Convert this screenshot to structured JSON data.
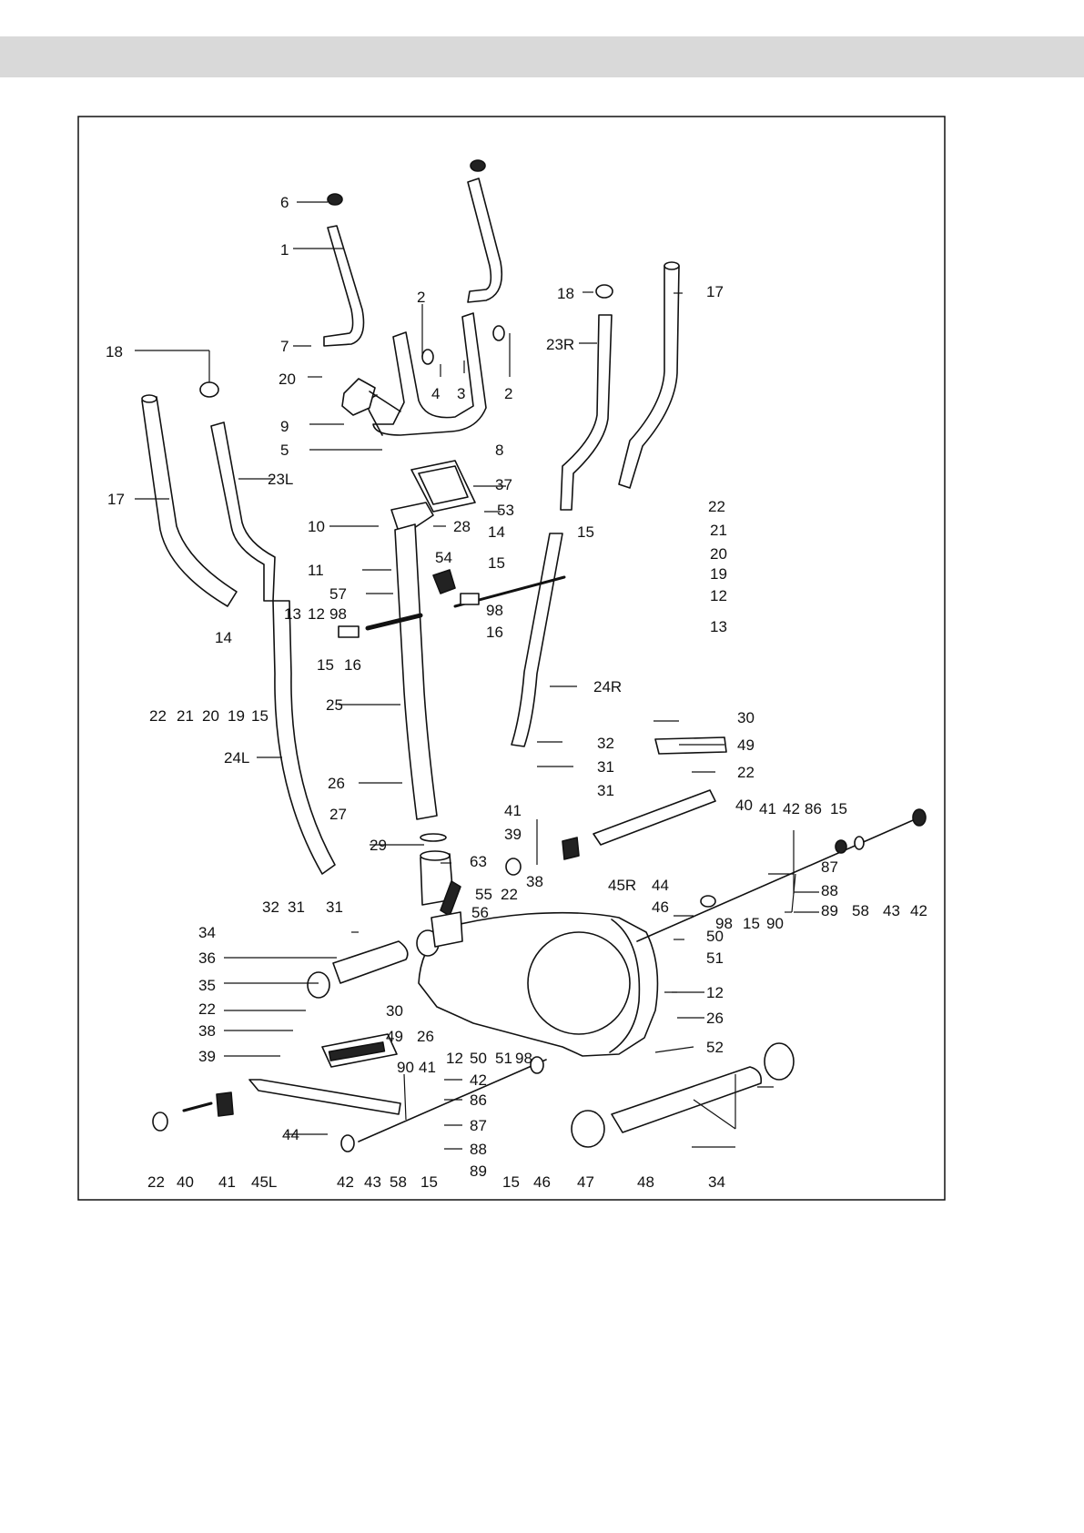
{
  "colors": {
    "band": "#d9d9d9",
    "line": "#111111",
    "part_fill": "#ffffff",
    "dark": "#222222"
  },
  "labels": [
    {
      "id": "l6",
      "text": "6"
    },
    {
      "id": "l1",
      "text": "1"
    },
    {
      "id": "l2a",
      "text": "2"
    },
    {
      "id": "l2b",
      "text": "2"
    },
    {
      "id": "l3",
      "text": "3"
    },
    {
      "id": "l4",
      "text": "4"
    },
    {
      "id": "l7",
      "text": "7"
    },
    {
      "id": "l20a",
      "text": "20"
    },
    {
      "id": "l9",
      "text": "9"
    },
    {
      "id": "l5",
      "text": "5"
    },
    {
      "id": "l8",
      "text": "8"
    },
    {
      "id": "l18a",
      "text": "18"
    },
    {
      "id": "l18b",
      "text": "18"
    },
    {
      "id": "l17a",
      "text": "17"
    },
    {
      "id": "l17b",
      "text": "17"
    },
    {
      "id": "l23R",
      "text": "23R"
    },
    {
      "id": "l23L",
      "text": "23L"
    },
    {
      "id": "l37",
      "text": "37"
    },
    {
      "id": "l53",
      "text": "53"
    },
    {
      "id": "l10",
      "text": "10"
    },
    {
      "id": "l28",
      "text": "28"
    },
    {
      "id": "l22a",
      "text": "22"
    },
    {
      "id": "l21a",
      "text": "21"
    },
    {
      "id": "l14a",
      "text": "14"
    },
    {
      "id": "l15a",
      "text": "15"
    },
    {
      "id": "l20b",
      "text": "20"
    },
    {
      "id": "l19a",
      "text": "19"
    },
    {
      "id": "l12a",
      "text": "12"
    },
    {
      "id": "l13a",
      "text": "13"
    },
    {
      "id": "l11",
      "text": "11"
    },
    {
      "id": "l54",
      "text": "54"
    },
    {
      "id": "l57",
      "text": "57"
    },
    {
      "id": "l15b",
      "text": "15"
    },
    {
      "id": "l98a",
      "text": "98"
    },
    {
      "id": "l16a",
      "text": "16"
    },
    {
      "id": "l13b",
      "text": "13"
    },
    {
      "id": "l12b",
      "text": "12"
    },
    {
      "id": "l98b",
      "text": "98"
    },
    {
      "id": "l14b",
      "text": "14"
    },
    {
      "id": "l15c",
      "text": "15"
    },
    {
      "id": "l16b",
      "text": "16"
    },
    {
      "id": "l22b",
      "text": "22"
    },
    {
      "id": "l21b",
      "text": "21"
    },
    {
      "id": "l20c",
      "text": "20"
    },
    {
      "id": "l19b",
      "text": "19"
    },
    {
      "id": "l15d",
      "text": "15"
    },
    {
      "id": "l24R",
      "text": "24R"
    },
    {
      "id": "l25",
      "text": "25"
    },
    {
      "id": "l24L",
      "text": "24L"
    },
    {
      "id": "l30a",
      "text": "30"
    },
    {
      "id": "l49a",
      "text": "49"
    },
    {
      "id": "l32a",
      "text": "32"
    },
    {
      "id": "l31a",
      "text": "31"
    },
    {
      "id": "l31b",
      "text": "31"
    },
    {
      "id": "l22c",
      "text": "22"
    },
    {
      "id": "l40a",
      "text": "40"
    },
    {
      "id": "l41a",
      "text": "41"
    },
    {
      "id": "l42a",
      "text": "42"
    },
    {
      "id": "l86a",
      "text": "86"
    },
    {
      "id": "l15e",
      "text": "15"
    },
    {
      "id": "l26a",
      "text": "26"
    },
    {
      "id": "l27",
      "text": "27"
    },
    {
      "id": "l41b",
      "text": "41"
    },
    {
      "id": "l39a",
      "text": "39"
    },
    {
      "id": "l87a",
      "text": "87"
    },
    {
      "id": "l29",
      "text": "29"
    },
    {
      "id": "l63",
      "text": "63"
    },
    {
      "id": "l22d",
      "text": "22"
    },
    {
      "id": "l38a",
      "text": "38"
    },
    {
      "id": "l45R",
      "text": "45R"
    },
    {
      "id": "l44a",
      "text": "44"
    },
    {
      "id": "l88a",
      "text": "88"
    },
    {
      "id": "l89a",
      "text": "89"
    },
    {
      "id": "l58a",
      "text": "58"
    },
    {
      "id": "l43a",
      "text": "43"
    },
    {
      "id": "l42b",
      "text": "42"
    },
    {
      "id": "l32b",
      "text": "32"
    },
    {
      "id": "l31c",
      "text": "31"
    },
    {
      "id": "l31d",
      "text": "31"
    },
    {
      "id": "l55",
      "text": "55"
    },
    {
      "id": "l56",
      "text": "56"
    },
    {
      "id": "l46a",
      "text": "46"
    },
    {
      "id": "l98c",
      "text": "98"
    },
    {
      "id": "l15f",
      "text": "15"
    },
    {
      "id": "l90a",
      "text": "90"
    },
    {
      "id": "l34a",
      "text": "34"
    },
    {
      "id": "l50a",
      "text": "50"
    },
    {
      "id": "l36",
      "text": "36"
    },
    {
      "id": "l51a",
      "text": "51"
    },
    {
      "id": "l35",
      "text": "35"
    },
    {
      "id": "l12c",
      "text": "12"
    },
    {
      "id": "l22e",
      "text": "22"
    },
    {
      "id": "l30b",
      "text": "30"
    },
    {
      "id": "l26b",
      "text": "26"
    },
    {
      "id": "l38b",
      "text": "38"
    },
    {
      "id": "l49b",
      "text": "49"
    },
    {
      "id": "l26c",
      "text": "26"
    },
    {
      "id": "l12d",
      "text": "12"
    },
    {
      "id": "l50b",
      "text": "50"
    },
    {
      "id": "l51b",
      "text": "51"
    },
    {
      "id": "l98d",
      "text": "98"
    },
    {
      "id": "l52",
      "text": "52"
    },
    {
      "id": "l39b",
      "text": "39"
    },
    {
      "id": "l90b",
      "text": "90"
    },
    {
      "id": "l41c",
      "text": "41"
    },
    {
      "id": "l42c",
      "text": "42"
    },
    {
      "id": "l86b",
      "text": "86"
    },
    {
      "id": "l87b",
      "text": "87"
    },
    {
      "id": "l88b",
      "text": "88"
    },
    {
      "id": "l89b",
      "text": "89"
    },
    {
      "id": "l44b",
      "text": "44"
    },
    {
      "id": "l22f",
      "text": "22"
    },
    {
      "id": "l40b",
      "text": "40"
    },
    {
      "id": "l41d",
      "text": "41"
    },
    {
      "id": "l45L",
      "text": "45L"
    },
    {
      "id": "l42d",
      "text": "42"
    },
    {
      "id": "l43b",
      "text": "43"
    },
    {
      "id": "l58b",
      "text": "58"
    },
    {
      "id": "l15g",
      "text": "15"
    },
    {
      "id": "l15h",
      "text": "15"
    },
    {
      "id": "l46b",
      "text": "46"
    },
    {
      "id": "l47",
      "text": "47"
    },
    {
      "id": "l48",
      "text": "48"
    },
    {
      "id": "l34b",
      "text": "34"
    }
  ]
}
